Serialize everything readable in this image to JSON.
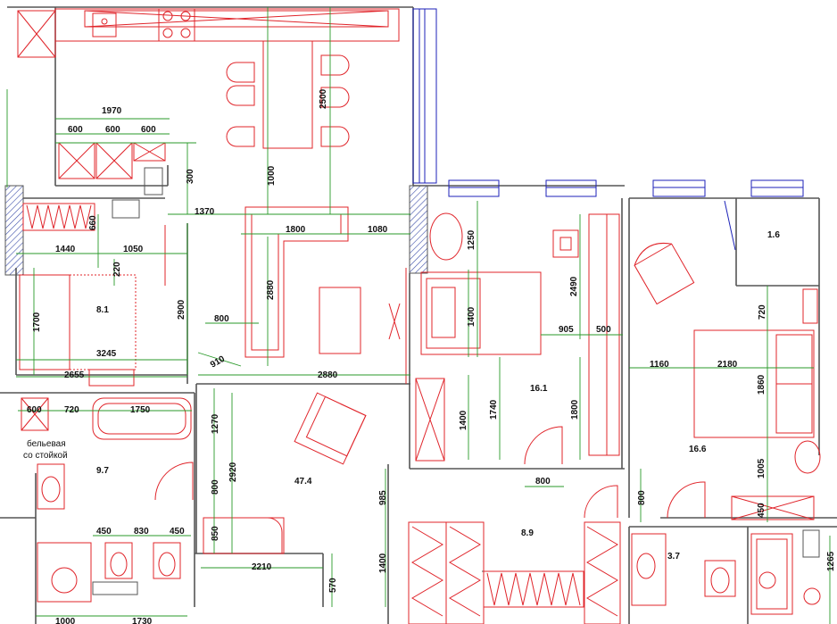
{
  "dimensions": [
    {
      "id": "d1970",
      "text": "1970"
    },
    {
      "id": "d600a",
      "text": "600"
    },
    {
      "id": "d600b",
      "text": "600"
    },
    {
      "id": "d600c",
      "text": "600"
    },
    {
      "id": "d2500",
      "text": "2500"
    },
    {
      "id": "d300",
      "text": "300"
    },
    {
      "id": "d1000a",
      "text": "1000"
    },
    {
      "id": "d1370",
      "text": "1370"
    },
    {
      "id": "d660",
      "text": "660"
    },
    {
      "id": "d1800a",
      "text": "1800"
    },
    {
      "id": "d1080",
      "text": "1080"
    },
    {
      "id": "d1250",
      "text": "1250"
    },
    {
      "id": "d1440",
      "text": "1440"
    },
    {
      "id": "d1050",
      "text": "1050"
    },
    {
      "id": "d220",
      "text": "220"
    },
    {
      "id": "d2900",
      "text": "2900"
    },
    {
      "id": "d2490",
      "text": "2490"
    },
    {
      "id": "d2880a",
      "text": "2880"
    },
    {
      "id": "d1700",
      "text": "1700"
    },
    {
      "id": "d800a",
      "text": "800"
    },
    {
      "id": "d1400a",
      "text": "1400"
    },
    {
      "id": "d905",
      "text": "905"
    },
    {
      "id": "d500",
      "text": "500"
    },
    {
      "id": "d720a",
      "text": "720"
    },
    {
      "id": "d3245",
      "text": "3245"
    },
    {
      "id": "d910",
      "text": "910"
    },
    {
      "id": "d1160",
      "text": "1160"
    },
    {
      "id": "d2180",
      "text": "2180"
    },
    {
      "id": "d2655",
      "text": "2655"
    },
    {
      "id": "d2880b",
      "text": "2880"
    },
    {
      "id": "d1860",
      "text": "1860"
    },
    {
      "id": "d1400b",
      "text": "1400"
    },
    {
      "id": "d1740",
      "text": "1740"
    },
    {
      "id": "d1800b",
      "text": "1800"
    },
    {
      "id": "d600d",
      "text": "600"
    },
    {
      "id": "d720b",
      "text": "720"
    },
    {
      "id": "d1750",
      "text": "1750"
    },
    {
      "id": "d1270",
      "text": "1270"
    },
    {
      "id": "d1005",
      "text": "1005"
    },
    {
      "id": "d2920",
      "text": "2920"
    },
    {
      "id": "d800b",
      "text": "800"
    },
    {
      "id": "d800c",
      "text": "800"
    },
    {
      "id": "d800d",
      "text": "800"
    },
    {
      "id": "d985",
      "text": "985"
    },
    {
      "id": "d450a",
      "text": "450"
    },
    {
      "id": "d450b",
      "text": "450"
    },
    {
      "id": "d830",
      "text": "830"
    },
    {
      "id": "d450c",
      "text": "450"
    },
    {
      "id": "d850",
      "text": "850"
    },
    {
      "id": "d1400c",
      "text": "1400"
    },
    {
      "id": "d2210",
      "text": "2210"
    },
    {
      "id": "d570",
      "text": "570"
    },
    {
      "id": "d1000b",
      "text": "1000"
    },
    {
      "id": "d1730",
      "text": "1730"
    },
    {
      "id": "d1265",
      "text": "1265"
    }
  ],
  "areas": [
    {
      "id": "a81",
      "text": "8.1"
    },
    {
      "id": "a16",
      "text": "1.6"
    },
    {
      "id": "a161",
      "text": "16.1"
    },
    {
      "id": "a166",
      "text": "16.6"
    },
    {
      "id": "a97",
      "text": "9.7"
    },
    {
      "id": "a474",
      "text": "47.4"
    },
    {
      "id": "a89",
      "text": "8.9"
    },
    {
      "id": "a37",
      "text": "3.7"
    }
  ],
  "labels": {
    "laundry_line1": "бельевая",
    "laundry_line2": "со стойкой"
  },
  "colors": {
    "furniture": "#e0242a",
    "dimension": "#2a9a2a",
    "window": "#1c22b8",
    "wall": "#555555"
  }
}
